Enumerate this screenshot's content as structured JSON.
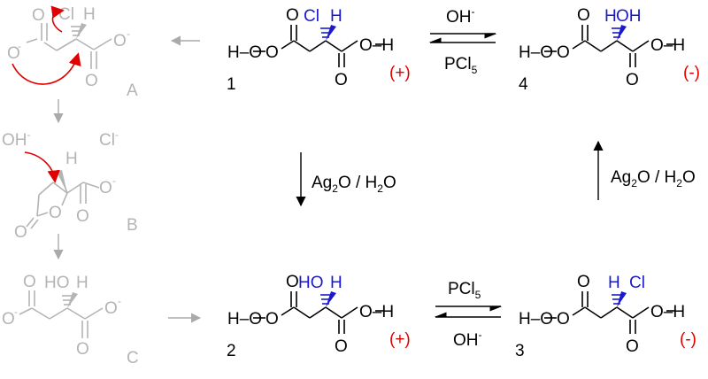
{
  "compounds": {
    "c1": {
      "number": "1",
      "rotation": "(+)",
      "substituent": "Cl",
      "hydrogen": "H",
      "oh": "O–H",
      "ho": "H–O"
    },
    "c2": {
      "number": "2",
      "rotation": "(+)",
      "substituent": "HO",
      "hydrogen": "H",
      "oh": "O–H",
      "ho": "H–O"
    },
    "c3": {
      "number": "3",
      "rotation": "(-)",
      "substituent": "Cl",
      "hydrogen": "H",
      "oh": "O–H",
      "ho": "H–O"
    },
    "c4": {
      "number": "4",
      "rotation": "(-)",
      "substituent": "OH",
      "hydrogen": "H",
      "oh": "O–H",
      "ho": "H–O"
    }
  },
  "reagents": {
    "r1_to_4": "OH",
    "r1_to_4_charge": "-",
    "r4_to_1": "PCl",
    "r4_to_1_sub": "5",
    "r2_to_3": "PCl",
    "r2_to_3_sub": "5",
    "r3_to_2": "OH",
    "r3_to_2_charge": "-",
    "r1_to_2": "Ag",
    "r1_to_2_sub": "2",
    "r1_to_2_rest": "O / H",
    "r1_to_2_sub2": "2",
    "r1_to_2_end": "O",
    "r3_to_4": "Ag",
    "r3_to_4_sub": "2",
    "r3_to_4_rest": "O / H",
    "r3_to_4_sub2": "2",
    "r3_to_4_end": "O"
  },
  "mechanism": {
    "A": {
      "label": "A",
      "cl": "Cl",
      "h": "H",
      "o_minus": "O",
      "charge": "-"
    },
    "B": {
      "label": "B",
      "hydroxide": "OH",
      "chloride": "Cl",
      "charge": "-",
      "h": "H"
    },
    "C": {
      "label": "C",
      "ho": "HO",
      "h": "H",
      "charge": "-"
    },
    "atom_O": "O"
  },
  "colors": {
    "black": "#000000",
    "grey": "#b4b4b4",
    "blue": "#1a1acc",
    "red": "#e00000"
  }
}
